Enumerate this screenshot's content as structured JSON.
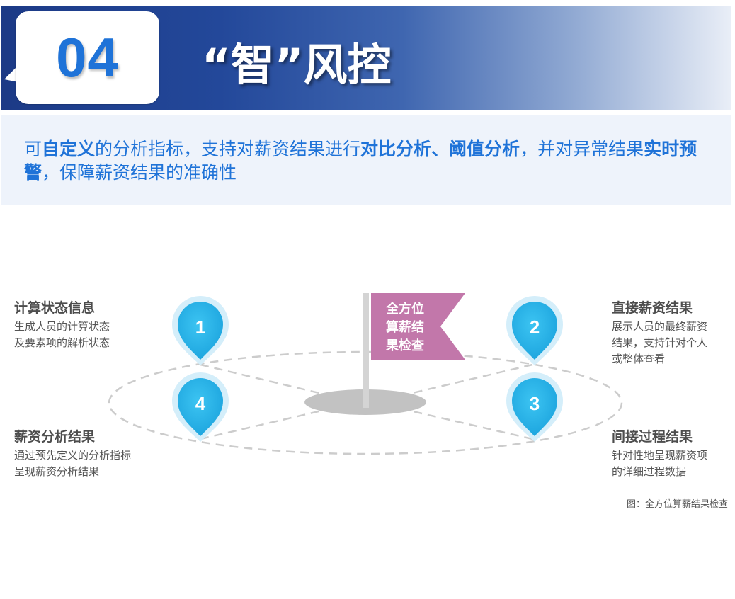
{
  "header": {
    "number": "04",
    "title": "“智”风控"
  },
  "description": {
    "parts": [
      {
        "text": "可",
        "bold": false
      },
      {
        "text": "自定义",
        "bold": true
      },
      {
        "text": "的分析指标，支持对薪资结果进行",
        "bold": false
      },
      {
        "text": "对比分析、阈值分析",
        "bold": true
      },
      {
        "text": "，并对异常结果",
        "bold": false
      },
      {
        "text": "实时预警",
        "bold": true
      },
      {
        "text": "，保障薪资结果的准确性",
        "bold": false
      }
    ]
  },
  "diagram": {
    "flag": {
      "line1": "全方位",
      "line2": "算薪结",
      "line3": "果检查"
    },
    "pins": [
      "1",
      "2",
      "3",
      "4"
    ],
    "items": [
      {
        "id": "1",
        "title": "计算状态信息",
        "desc1": "生成人员的计算状态",
        "desc2": "及要素项的解析状态",
        "desc3": ""
      },
      {
        "id": "2",
        "title": "直接薪资结果",
        "desc1": "展示人员的最终薪资",
        "desc2": "结果，支持针对个人",
        "desc3": "或整体查看"
      },
      {
        "id": "3",
        "title": "间接过程结果",
        "desc1": "针对性地呈现薪资项",
        "desc2": "的详细过程数据",
        "desc3": ""
      },
      {
        "id": "4",
        "title": "薪资分析结果",
        "desc1": "通过预先定义的分析指标",
        "desc2": "呈现薪资分析结果",
        "desc3": ""
      }
    ],
    "caption": "图：全方位算薪结果检查"
  },
  "colors": {
    "accent": "#1f73d8",
    "pin": "#22aee6",
    "flag": "#c277aa",
    "banner_dark": "#1c3a86"
  }
}
